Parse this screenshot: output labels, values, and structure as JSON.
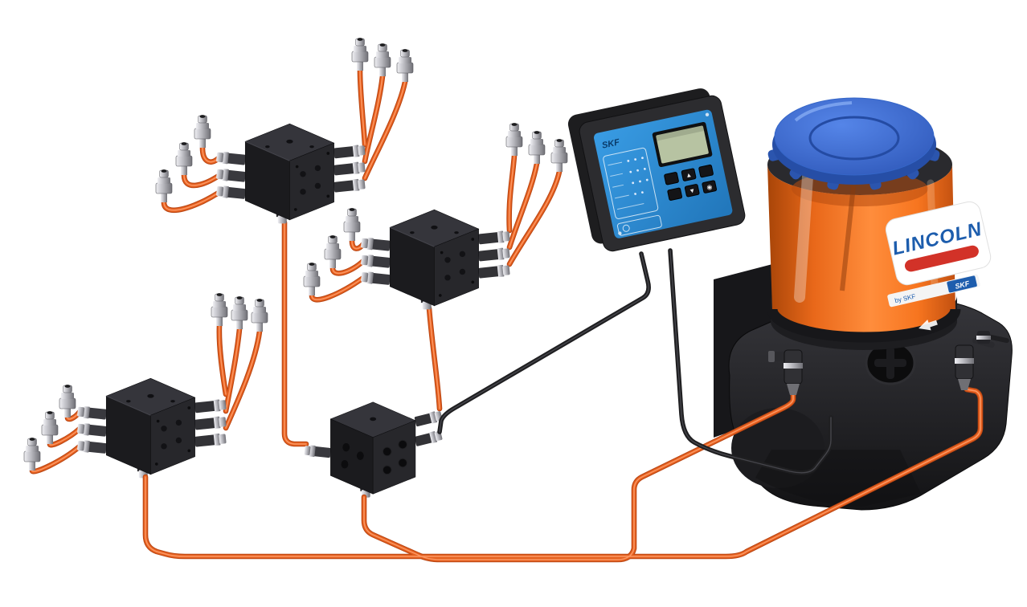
{
  "pump": {
    "badge_text": "LINCOLN",
    "strip_text": "by SKF",
    "strip_logo": "SKF"
  },
  "controller": {
    "logo": "SKF",
    "buttons": {
      "up": "▲",
      "down": "▼",
      "enter": "◉"
    }
  },
  "icons": {
    "min_level_arrow": "arrow-right",
    "lid": "reservoir-lid",
    "grease_fitting": "grease-nipple"
  },
  "colors": {
    "background": "#FFFFFF",
    "tube_orange": "#E5601F",
    "tube_highlight": "#FF9E6B",
    "tube_shadow": "#B84513",
    "cable_black": "#1F1F21",
    "cable_sheen": "#45454B",
    "block_dark": "#222226",
    "controller_blue": "#2E8FD6",
    "controller_housing": "#2B2B2E",
    "lcd_green": "#B7C3A2",
    "reservoir_orange": "#F0731F",
    "lid_blue": "#3566C8",
    "badge_blue": "#1D5DAD",
    "badge_red": "#D23228",
    "fitting_silver": "#C9C9CD"
  }
}
